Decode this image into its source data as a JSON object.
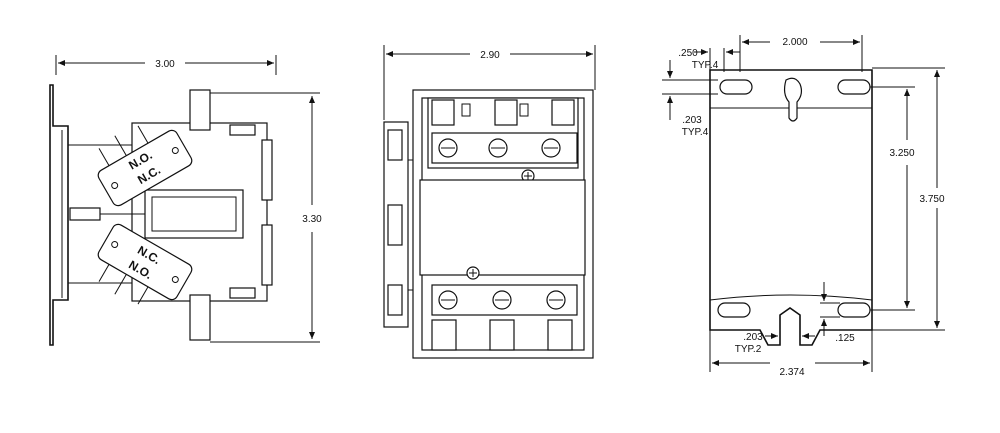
{
  "views": {
    "side": {
      "width_dim": "3.00",
      "height_dim": "3.30",
      "switch_top_label_1": "N.O.",
      "switch_top_label_2": "N.C.",
      "switch_bottom_label_1": "N.C.",
      "switch_bottom_label_2": "N.O."
    },
    "front": {
      "width_dim": "2.90"
    },
    "mounting": {
      "hole_offset_dim": ".250",
      "hole_offset_note": "TYP.4",
      "hole_spacing_dim": "2.000",
      "slot_width_dim": ".203",
      "slot_width_note": "TYP.4",
      "inner_height_dim": "3.250",
      "overall_height_dim": "3.750",
      "bottom_slot_dim": ".203",
      "bottom_slot_note": "TYP.2",
      "small_offset_dim": ".125",
      "bottom_width_dim": "2.374"
    }
  },
  "colors": {
    "line": "#111111",
    "background": "#ffffff"
  }
}
